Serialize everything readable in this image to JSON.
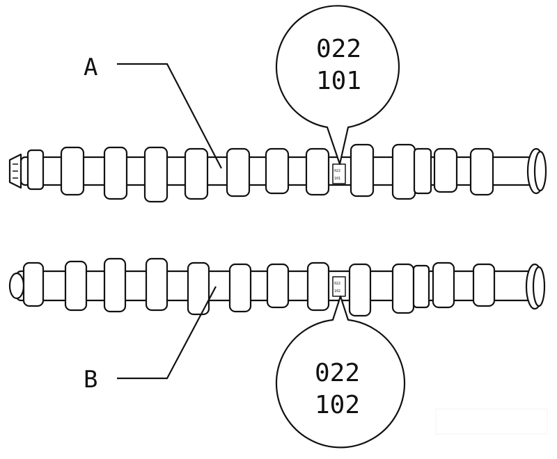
{
  "callout_a": {
    "label": "A",
    "code_line1": "022",
    "code_line2": "101"
  },
  "callout_b": {
    "label": "B",
    "code_line1": "022",
    "code_line2": "102"
  },
  "watermark": "",
  "colors": {
    "ink": "#111111",
    "paper": "#ffffff",
    "shaft": "#ffffff"
  }
}
